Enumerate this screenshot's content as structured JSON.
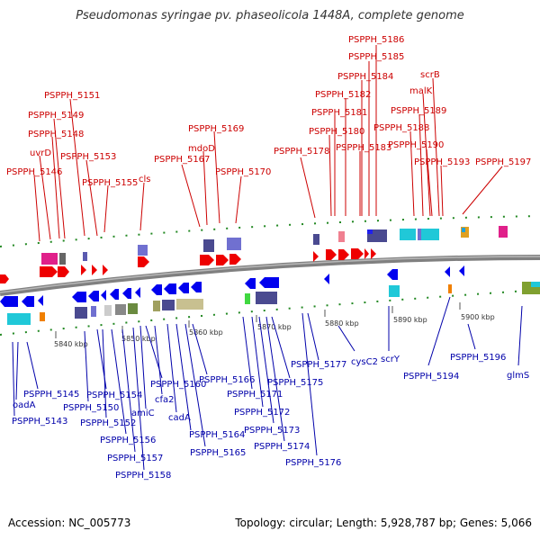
{
  "title": "Pseudomonas syringae pv. phaseolicola 1448A, complete genome",
  "footer": {
    "accession": "Accession: NC_005773",
    "summary": "Topology: circular; Length: 5,928,787 bp; Genes: 5,066"
  },
  "colors": {
    "top_label": "#cc0000",
    "bottom_label": "#0000aa",
    "forward_gene": "#ee0000",
    "reverse_gene": "#0000ee",
    "backbone": "#808080",
    "tick": "#228822"
  },
  "scale": [
    "5840 kbp",
    "5850 kbp",
    "5860 kbp",
    "5870 kbp",
    "5880 kbp",
    "5890 kbp",
    "5900 kbp"
  ],
  "top_labels": [
    "PSPPH_5186",
    "PSPPH_5185",
    "PSPPH_5184",
    "scrB",
    "malK",
    "PSPPH_5182",
    "PSPPH_5181",
    "PSPPH_5189",
    "PSPPH_5188",
    "PSPPH_5180",
    "PSPPH_5190",
    "PSPPH_5183",
    "PSPPH_5178",
    "PSPPH_5193",
    "PSPPH_5197",
    "PSPPH_5151",
    "PSPPH_5149",
    "PSPPH_5148",
    "uvrD",
    "PSPPH_5153",
    "PSPPH_5146",
    "PSPPH_5155",
    "cls",
    "PSPPH_5169",
    "mdoD",
    "PSPPH_5167",
    "PSPPH_5170"
  ],
  "bottom_labels": [
    "PSPPH_5145",
    "oadA",
    "PSPPH_5143",
    "PSPPH_5150",
    "PSPPH_5154",
    "PSPPH_5152",
    "PSPPH_5156",
    "PSPPH_5157",
    "PSPPH_5158",
    "PSPPH_5160",
    "amiC",
    "cfa2",
    "cadA",
    "PSPPH_5164",
    "PSPPH_5165",
    "PSPPH_5166",
    "PSPPH_5171",
    "PSPPH_5172",
    "PSPPH_5173",
    "PSPPH_5174",
    "PSPPH_5175",
    "PSPPH_5176",
    "PSPPH_5177",
    "cysC2",
    "scrY",
    "PSPPH_5194",
    "PSPPH_5196",
    "glmS"
  ]
}
